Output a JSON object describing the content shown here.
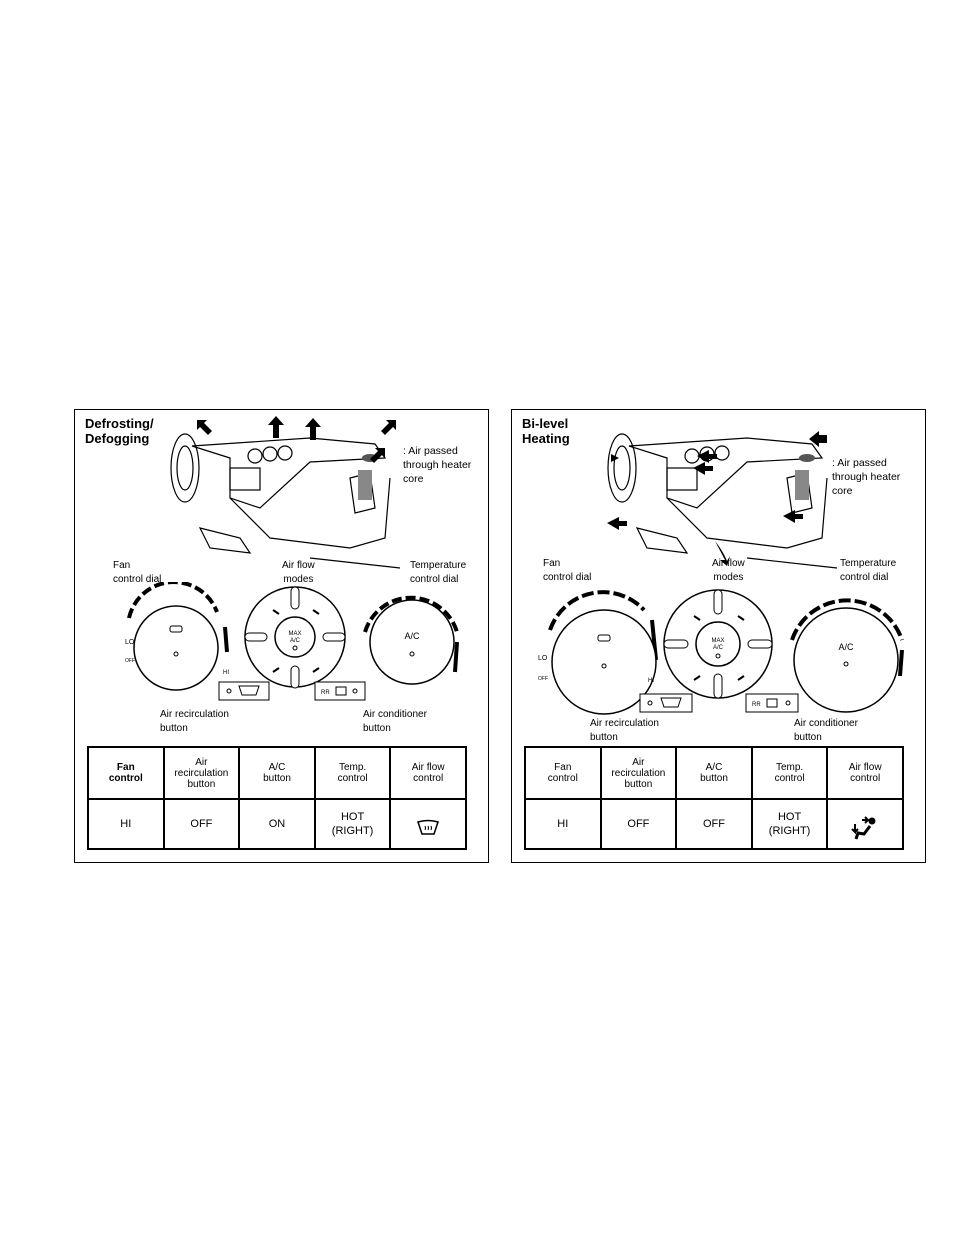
{
  "panels": [
    {
      "title": "Defrosting/\nDefogging",
      "legend": ": Air passed\nthrough heater\ncore",
      "labels": {
        "fan": "Fan\ncontrol dial",
        "flow": "Air flow\nmodes",
        "temp": "Temperature\ncontrol dial",
        "recirc": "Air recirculation\nbutton",
        "ac": "Air conditioner\nbutton"
      },
      "dial_text": {
        "lo": "LO",
        "off": "OFF",
        "hi": "HI",
        "max": "MAX",
        "max_ac": "A/C",
        "ac": "A/C",
        "rr": "RR"
      },
      "table": {
        "headers": [
          "Fan\ncontrol",
          "Air\nrecirculation\nbutton",
          "A/C\nbutton",
          "Temp.\ncontrol",
          "Air flow\ncontrol"
        ],
        "values": [
          "HI",
          "OFF",
          "ON",
          "HOT\n(RIGHT)"
        ],
        "flow_icon": "defrost-icon"
      }
    },
    {
      "title": "Bi-level\nHeating",
      "legend": ": Air passed\nthrough heater\ncore",
      "labels": {
        "fan": "Fan\ncontrol dial",
        "flow": "Air flow\nmodes",
        "temp": "Temperature\ncontrol dial",
        "recirc": "Air recirculation\nbutton",
        "ac": "Air conditioner\nbutton"
      },
      "dial_text": {
        "lo": "LO",
        "off": "OFF",
        "hi": "HI",
        "max": "MAX",
        "max_ac": "A/C",
        "ac": "A/C",
        "rr": "RR"
      },
      "table": {
        "headers": [
          "Fan\ncontrol",
          "Air\nrecirculation\nbutton",
          "A/C\nbutton",
          "Temp.\ncontrol",
          "Air flow\ncontrol"
        ],
        "values": [
          "HI",
          "OFF",
          "OFF",
          "HOT\n(RIGHT)"
        ],
        "flow_icon": "bi-level-icon"
      }
    }
  ]
}
